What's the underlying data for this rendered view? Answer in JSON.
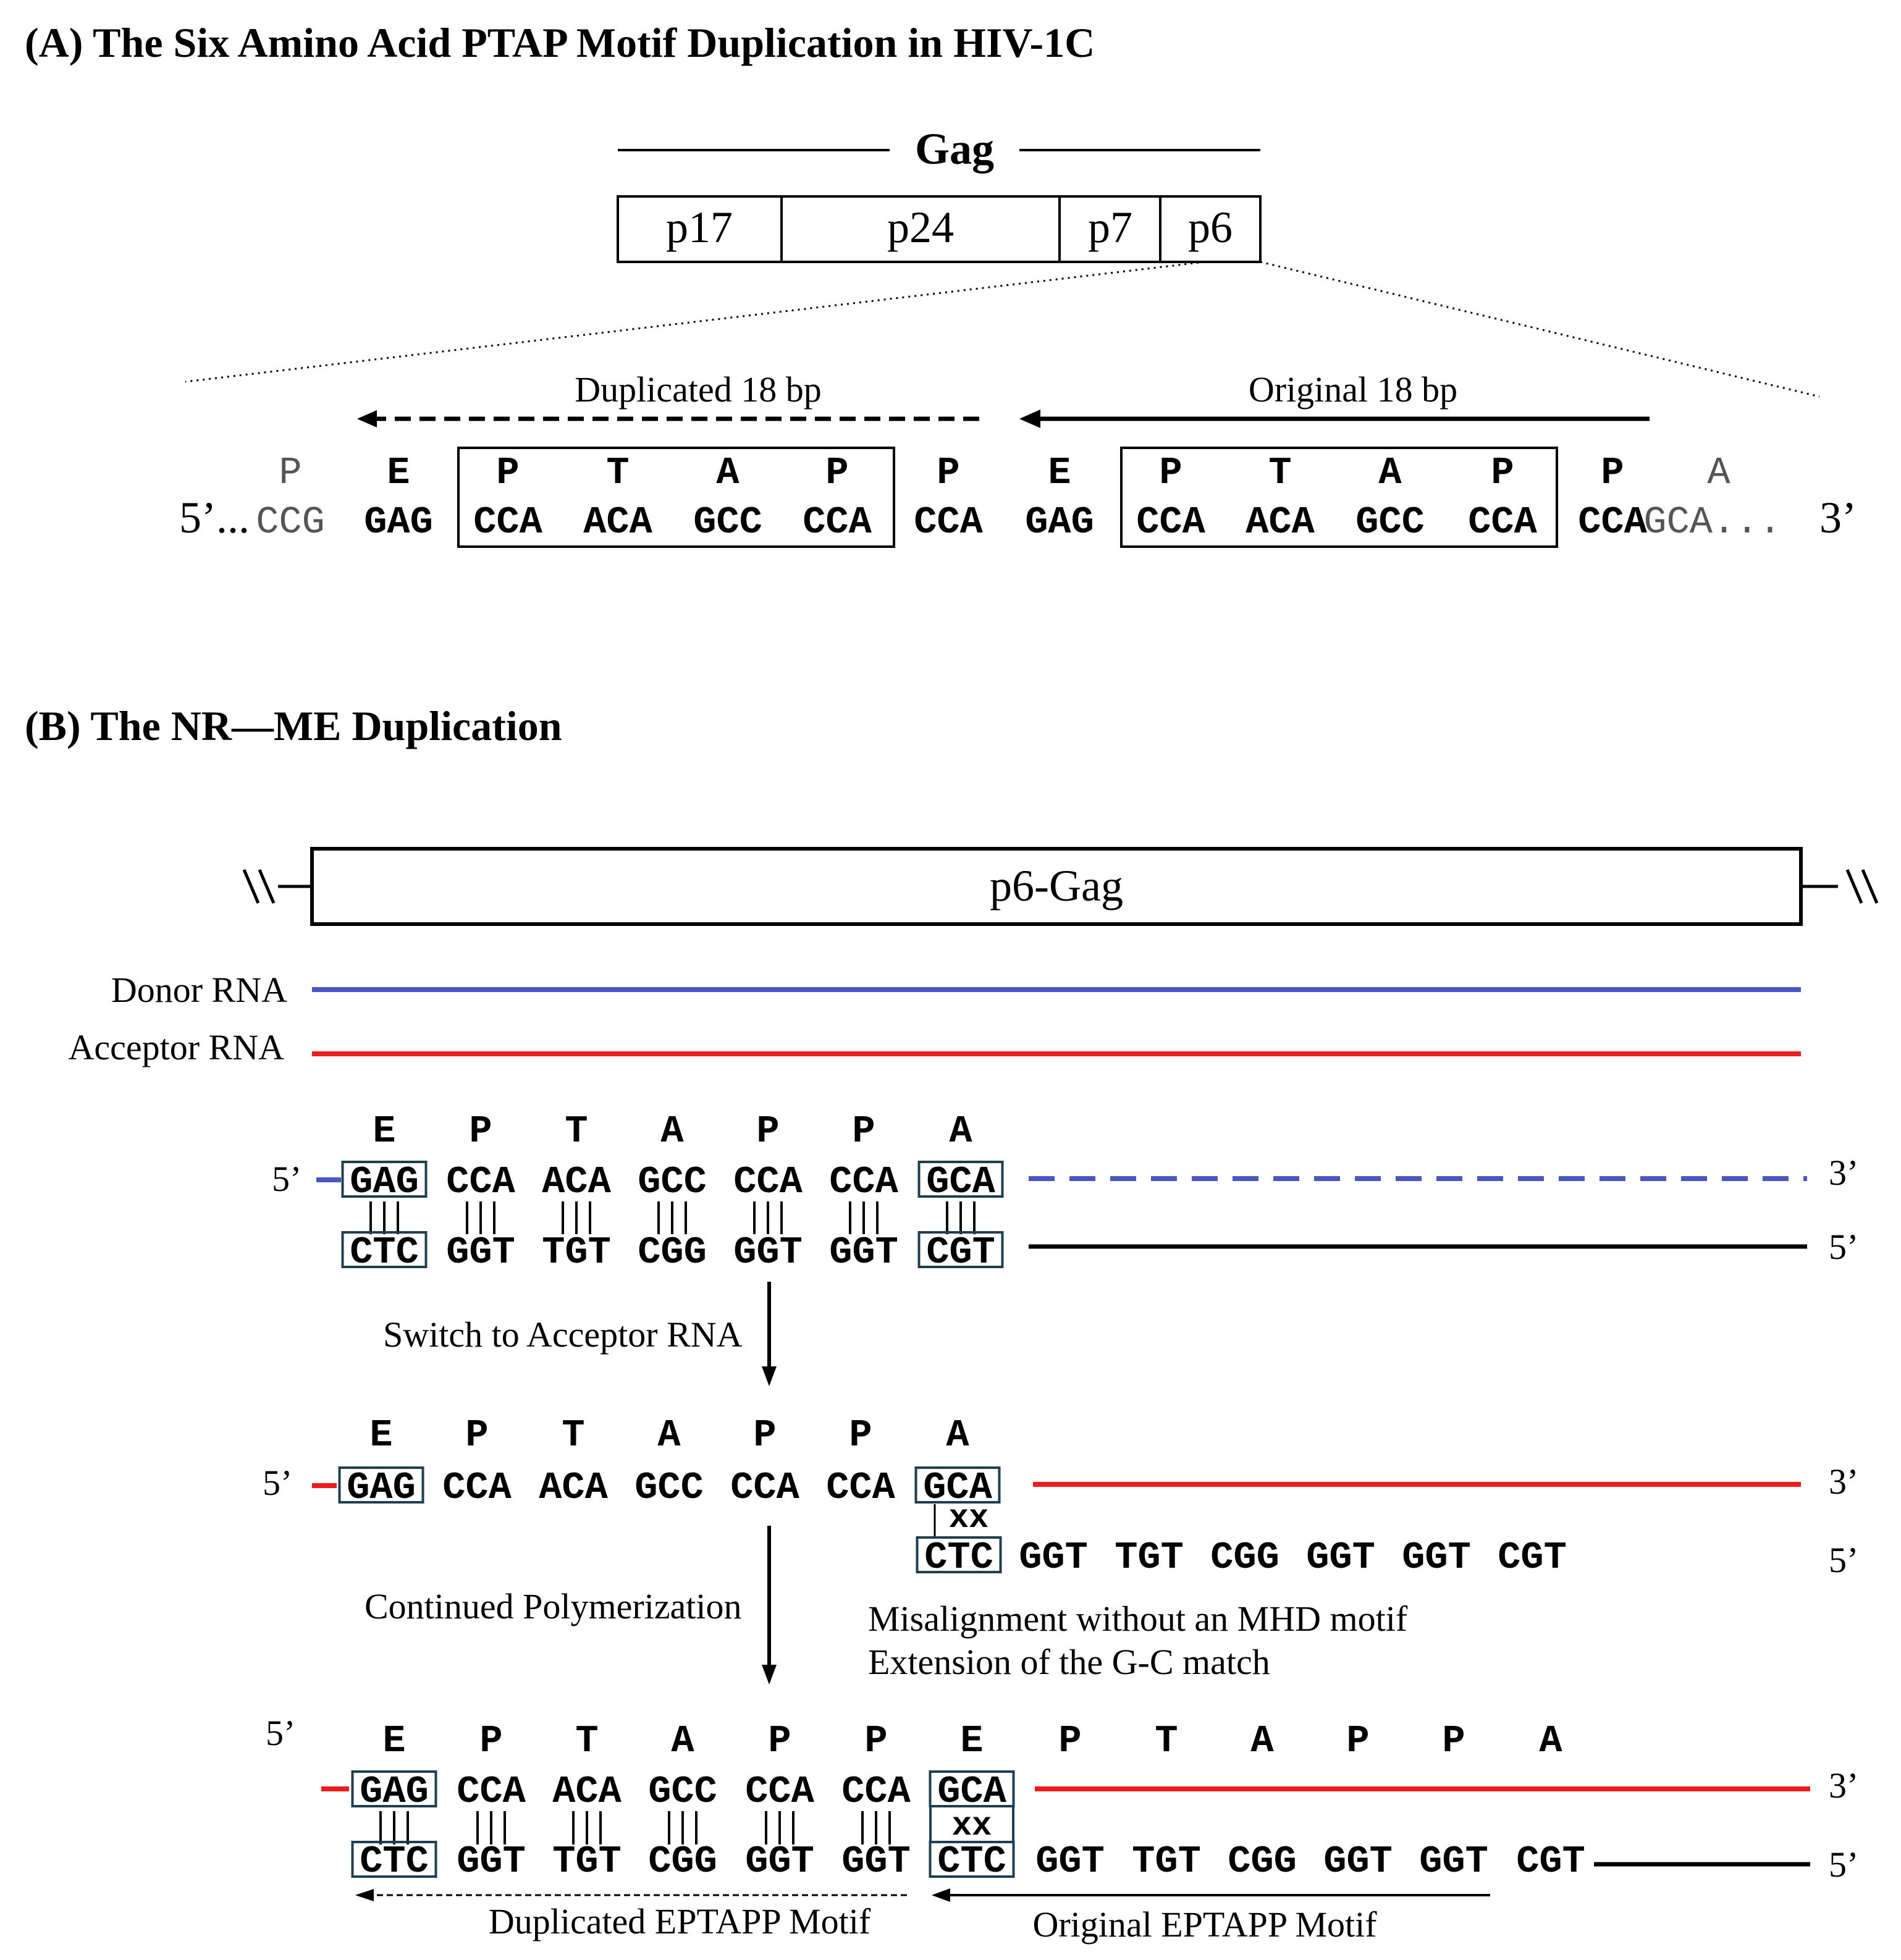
{
  "panel_a": {
    "title": "(A) The Six Amino Acid PTAP Motif Duplication in HIV-1C",
    "gene_label": "Gag",
    "domains": [
      "p17",
      "p24",
      "p7",
      "p6"
    ],
    "duplicated_label": "Duplicated 18 bp",
    "original_label": "Original 18 bp",
    "five_prime_prefix": "5’...",
    "three_prime": "3’",
    "columns": [
      {
        "aa": "P",
        "codon": "CCG"
      },
      {
        "aa": "E",
        "codon": "GAG"
      },
      {
        "aa": "P",
        "codon": "CCA"
      },
      {
        "aa": "T",
        "codon": "ACA"
      },
      {
        "aa": "A",
        "codon": "GCC"
      },
      {
        "aa": "P",
        "codon": "CCA"
      },
      {
        "aa": "P",
        "codon": "CCA"
      },
      {
        "aa": "E",
        "codon": "GAG"
      },
      {
        "aa": "P",
        "codon": "CCA"
      },
      {
        "aa": "T",
        "codon": "ACA"
      },
      {
        "aa": "A",
        "codon": "GCC"
      },
      {
        "aa": "P",
        "codon": "CCA"
      },
      {
        "aa": "P",
        "codon": "CCA"
      },
      {
        "aa": "A",
        "codon": "GCA..."
      }
    ]
  },
  "panel_b": {
    "title": "(B) The NR—ME Duplication",
    "gene_label": "p6-Gag",
    "donor_label": "Donor RNA",
    "acceptor_label": "Acceptor RNA",
    "five_prime": "5’",
    "three_prime": "3’",
    "step1_label": "Switch to Acceptor RNA",
    "step2_label": "Continued Polymerization",
    "misalign_note_1": "Misalignment without an MHD motif",
    "misalign_note_2": "Extension of the G-C match",
    "motif_dup_label": "Duplicated EPTAPP Motif",
    "motif_orig_label": "Original EPTAPP Motif",
    "mismatch_mark": "xx",
    "row1_aa": [
      "E",
      "P",
      "T",
      "A",
      "P",
      "P",
      "A"
    ],
    "row1_top": [
      "GAG",
      "CCA",
      "ACA",
      "GCC",
      "CCA",
      "CCA",
      "GCA"
    ],
    "row1_bottom": [
      "CTC",
      "GGT",
      "TGT",
      "CGG",
      "GGT",
      "GGT",
      "CGT"
    ],
    "row2_aa": [
      "E",
      "P",
      "T",
      "A",
      "P",
      "P",
      "A"
    ],
    "row2_top": [
      "GAG",
      "CCA",
      "ACA",
      "GCC",
      "CCA",
      "CCA",
      "GCA"
    ],
    "row2_bottom": [
      "CTC",
      "GGT",
      "TGT",
      "CGG",
      "GGT",
      "GGT",
      "CGT"
    ],
    "row3_aa": [
      "E",
      "P",
      "T",
      "A",
      "P",
      "P",
      "E",
      "P",
      "T",
      "A",
      "P",
      "P",
      "A"
    ],
    "row3_top": [
      "GAG",
      "CCA",
      "ACA",
      "GCC",
      "CCA",
      "CCA",
      "GCA"
    ],
    "row3_bottom": [
      "CTC",
      "GGT",
      "TGT",
      "CGG",
      "GGT",
      "GGT",
      "CTC",
      "GGT",
      "TGT",
      "CGG",
      "GGT",
      "GGT",
      "CGT"
    ]
  },
  "colors": {
    "donor": "#4a56c4",
    "acceptor": "#ee1c1c",
    "box_border": "#1f3f50",
    "ink": "#000000"
  }
}
